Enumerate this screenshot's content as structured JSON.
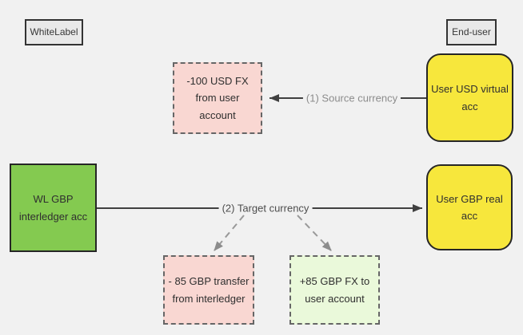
{
  "canvas": {
    "background": "#f1f1f1"
  },
  "badges": {
    "whitelabel": {
      "label": "WhiteLabel"
    },
    "enduser": {
      "label": "End-user"
    }
  },
  "nodes": {
    "usd_fx": {
      "label": "-100 USD FX from user account",
      "fill": "#f9d7d2",
      "style": "dashed"
    },
    "user_usd": {
      "label": "User USD virtual acc",
      "fill": "#f7e73c",
      "style": "rounded"
    },
    "wl_gbp": {
      "label": "WL GBP interledger acc",
      "fill": "#84ca50",
      "style": "solid"
    },
    "user_gbp": {
      "label": "User GBP real acc",
      "fill": "#f7e73c",
      "style": "rounded"
    },
    "gbp_transfer": {
      "label": "- 85 GBP transfer from interledger",
      "fill": "#f9d7d2",
      "style": "dashed"
    },
    "gbp_fx": {
      "label": "+85 GBP FX to user account",
      "fill": "#eaf9da",
      "style": "dashed"
    }
  },
  "edges": {
    "source_currency": {
      "label": "(1) Source currency",
      "from": "user_usd",
      "to": "usd_fx",
      "color": "#404040"
    },
    "target_currency": {
      "label": "(2) Target currency",
      "from": "wl_gbp",
      "to": "user_gbp",
      "color": "#404040"
    },
    "split_to_transfer": {
      "label": "",
      "from": "target_currency",
      "to": "gbp_transfer",
      "color": "#8c8c8c"
    },
    "split_to_fx": {
      "label": "",
      "from": "target_currency",
      "to": "gbp_fx",
      "color": "#8c8c8c"
    }
  }
}
